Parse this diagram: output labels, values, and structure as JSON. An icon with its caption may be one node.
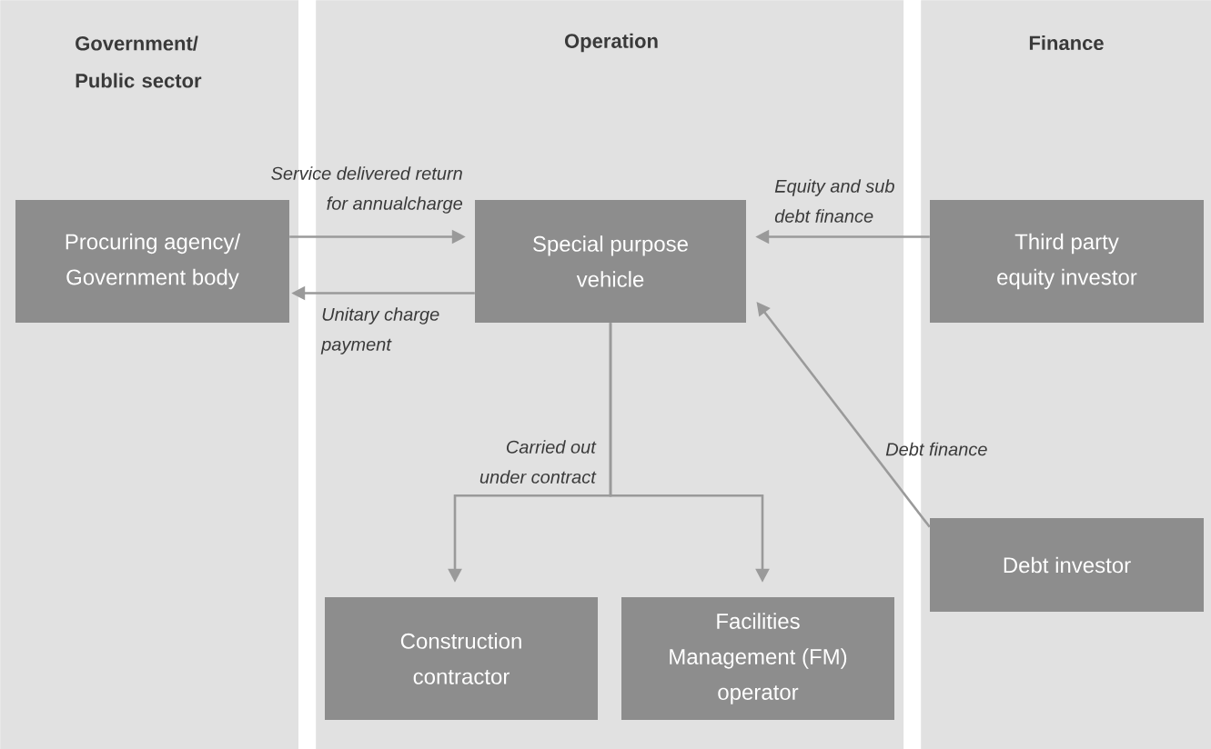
{
  "diagram": {
    "nodes": [
      {
        "text": [
          "Government/ Public sector"
        ]
      },
      {
        "text": [
          "Operation"
        ]
      },
      {
        "text": [
          "Finance"
        ]
      },
      {
        "text": [
          "Procuring agency/ Government body"
        ],
        "in": 0
      },
      {
        "text": [
          "Special purpose vehicle"
        ],
        "in": 1
      },
      {
        "text": [
          "Construction contractor"
        ],
        "in": 1
      },
      {
        "text": [
          "Facilities Management (FM) operator"
        ],
        "in": 1
      },
      {
        "text": [
          "Third party equity investor"
        ],
        "in": 2
      },
      {
        "text": [
          "Debt investor"
        ],
        "in": 2
      }
    ],
    "edges": [
      {
        "from": 3,
        "to": 4,
        "arrow": "to",
        "label": "Service delivered return for annualcharge"
      },
      {
        "from": 4,
        "to": 3,
        "arrow": "to",
        "label": "Unitary charge payment"
      },
      {
        "from": 7,
        "to": 4,
        "arrow": "to",
        "label": "Equity and sub debt finance"
      },
      {
        "from": 8,
        "to": 4,
        "arrow": "to",
        "label": "Debt finance"
      },
      {
        "from": 4,
        "to": 5,
        "arrow": "to",
        "label": "Carried out under contract"
      },
      {
        "from": 4,
        "to": 6,
        "arrow": "to"
      }
    ]
  }
}
